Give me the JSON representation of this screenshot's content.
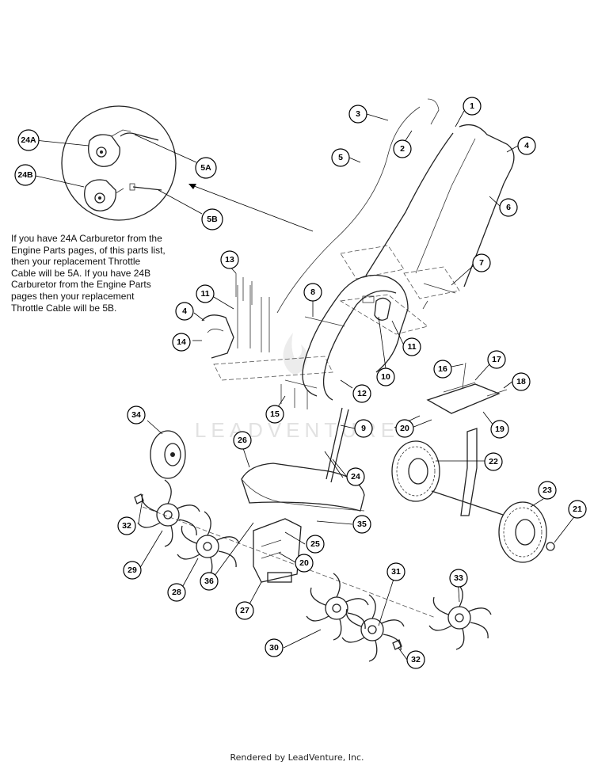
{
  "note": {
    "text": "If you have 24A Carburetor from the Engine Parts pages, of this parts list, then your replacement Throttle Cable will be 5A. If you have 24B Carburetor from the Engine Parts pages then your replacement Throttle Cable will be 5B."
  },
  "watermark": "LEADVENTURE",
  "footer": "Rendered by LeadVenture, Inc.",
  "callouts": {
    "c1": "1",
    "c2": "2",
    "c3": "3",
    "c4a": "4",
    "c4b": "4",
    "c5": "5",
    "c5a": "5A",
    "c5b": "5B",
    "c6": "6",
    "c7": "7",
    "c8": "8",
    "c9": "9",
    "c10": "10",
    "c11a": "11",
    "c11b": "11",
    "c12": "12",
    "c13": "13",
    "c14": "14",
    "c15": "15",
    "c16": "16",
    "c17": "17",
    "c18": "18",
    "c19": "19",
    "c20a": "20",
    "c20b": "20",
    "c21": "21",
    "c22": "22",
    "c23": "23",
    "c24": "24",
    "c24a": "24A",
    "c24b": "24B",
    "c25": "25",
    "c26": "26",
    "c27": "27",
    "c28": "28",
    "c29": "29",
    "c30": "30",
    "c31": "31",
    "c32a": "32",
    "c32b": "32",
    "c33": "33",
    "c34": "34",
    "c35": "35",
    "c36": "36"
  }
}
